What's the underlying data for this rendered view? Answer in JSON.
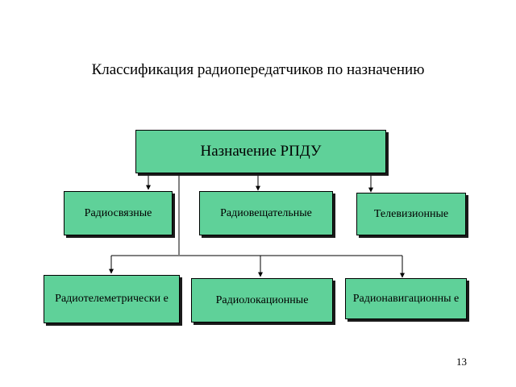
{
  "title": "Классификация радиопередатчиков по назначению",
  "colors": {
    "box_fill": "#5fd199",
    "line": "#000000",
    "background": "#ffffff"
  },
  "root": {
    "label": "Назначение РПДУ"
  },
  "level1": [
    {
      "label": "Радиосвязные"
    },
    {
      "label": "Радиовещательные"
    },
    {
      "label": "Телевизионные"
    }
  ],
  "level2": [
    {
      "label": "Радиотелеметрически е"
    },
    {
      "label": "Радиолокационные"
    },
    {
      "label": "Радионавигационны е"
    }
  ],
  "page_number": "13"
}
